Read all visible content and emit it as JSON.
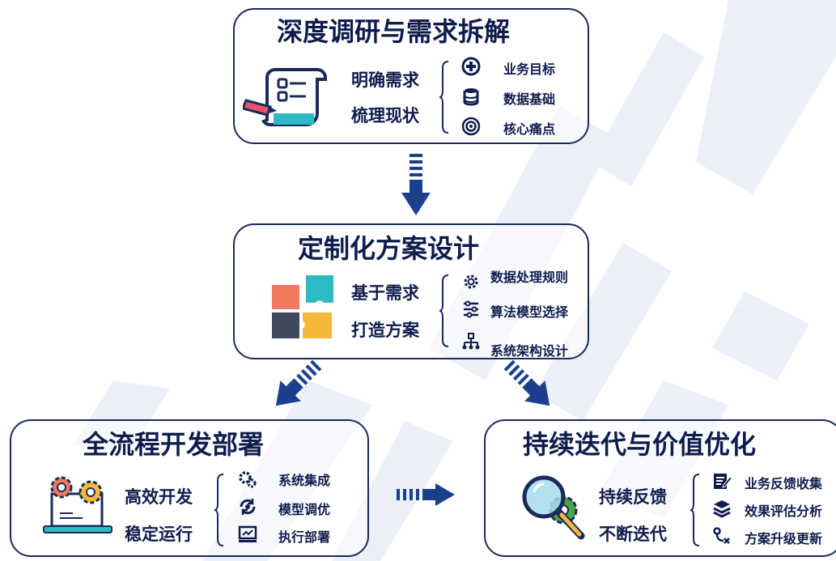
{
  "colors": {
    "ink": "#0f1d4d",
    "arrow": "#1c3f8c",
    "watermark": "#e8edf7",
    "teal": "#2bbac6",
    "salmon": "#f07a5f",
    "amber": "#f5b93a",
    "slate": "#3f4a5c",
    "green": "#49a547"
  },
  "box1": {
    "title": "深度调研与需求拆解",
    "labels": [
      "明确需求",
      "梳理现状"
    ],
    "items": [
      {
        "icon": "plus-circle-icon",
        "text": "业务目标"
      },
      {
        "icon": "database-icon",
        "text": "数据基础"
      },
      {
        "icon": "target-icon",
        "text": "核心痛点"
      }
    ]
  },
  "box2": {
    "title": "定制化方案设计",
    "labels": [
      "基于需求",
      "打造方案"
    ],
    "items": [
      {
        "icon": "gear-icon",
        "text": "数据处理规则"
      },
      {
        "icon": "sliders-icon",
        "text": "算法模型选择"
      },
      {
        "icon": "hierarchy-icon",
        "text": "系统架构设计"
      }
    ]
  },
  "box3": {
    "title": "全流程开发部署",
    "labels": [
      "高效开发",
      "稳定运行"
    ],
    "items": [
      {
        "icon": "gears-icon",
        "text": "系统集成"
      },
      {
        "icon": "refresh-gear-icon",
        "text": "模型调优"
      },
      {
        "icon": "monitor-chart-icon",
        "text": "执行部署"
      }
    ]
  },
  "box4": {
    "title": "持续迭代与价值优化",
    "labels": [
      "持续反馈",
      "不断迭代"
    ],
    "items": [
      {
        "icon": "edit-note-icon",
        "text": "业务反馈收集"
      },
      {
        "icon": "layers-icon",
        "text": "效果评估分析"
      },
      {
        "icon": "route-icon",
        "text": "方案升级更新"
      }
    ]
  }
}
